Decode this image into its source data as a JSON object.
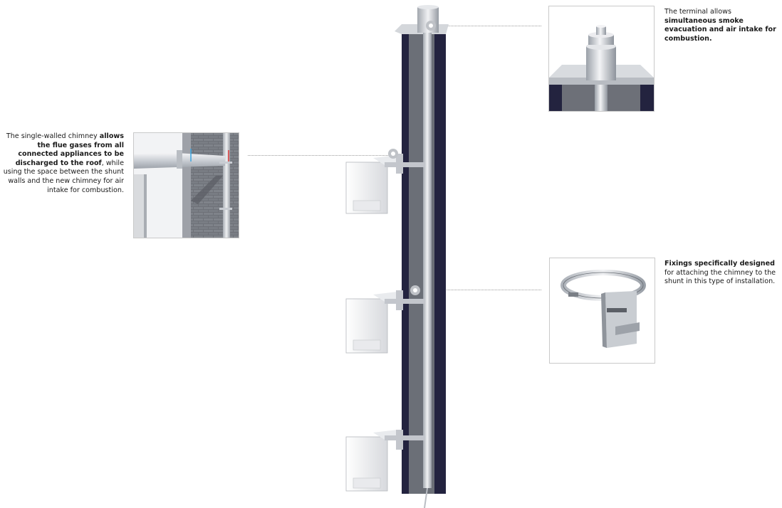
{
  "callouts": {
    "left": {
      "t1": "The single-walled chimney ",
      "b1": "allows the flue gases from all connected appliances to be discharged to the roof",
      "t2": ", while using the space between the shunt walls and the new chimney for air intake for combustion."
    },
    "top": {
      "t1": "The terminal allows ",
      "b1": "simultaneous smoke evacuation and air intake for combustion."
    },
    "mid": {
      "b1": "Fixings specifically designed",
      "t1": " for attaching the chimney to the shunt in this type of installation."
    }
  },
  "colors": {
    "insulation": "#23233f",
    "shunt": "#8f949b",
    "steel": "#d6dade",
    "boiler": "#f0f0f2",
    "leader": "#9a9a9a"
  },
  "icons": {
    "magnifier": "magnifier-icon"
  }
}
